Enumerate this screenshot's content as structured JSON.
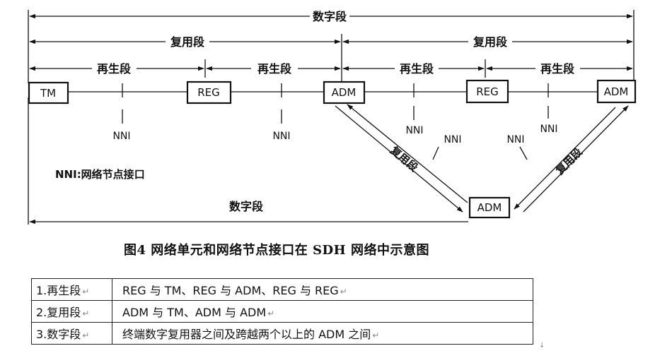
{
  "diagram": {
    "nodes": {
      "tm": "TM",
      "reg1": "REG",
      "adm1": "ADM",
      "reg2": "REG",
      "adm2": "ADM",
      "adm_bottom": "ADM"
    },
    "spans": {
      "digital_section_top": "数字段",
      "multiplex_section_left": "复用段",
      "multiplex_section_right": "复用段",
      "regenerator_1": "再生段",
      "regenerator_2": "再生段",
      "regenerator_3": "再生段",
      "regenerator_4": "再生段",
      "multiplex_diag_left": "复用段",
      "multiplex_diag_right": "复用段",
      "digital_section_bottom": "数字段"
    },
    "nni": {
      "n1": "NNI",
      "n2": "NNI",
      "n3": "NNI",
      "n4": "NNI",
      "n5": "NNI",
      "n6": "NNI"
    },
    "legend": "NNI:网络节点接口",
    "caption": "图4  网络单元和网络节点接口在 SDH 网络中示意图"
  },
  "table": {
    "rows": [
      {
        "term": "1.再生段",
        "desc": "REG 与 TM、REG 与 ADM、REG 与 REG"
      },
      {
        "term": "2.复用段",
        "desc": "ADM 与 TM、ADM 与 ADM"
      },
      {
        "term": "3.数字段",
        "desc": "终端数字复用器之间及跨越两个以上的 ADM 之间"
      }
    ],
    "paragraph_mark": "↵",
    "stray_mark": "↓"
  }
}
